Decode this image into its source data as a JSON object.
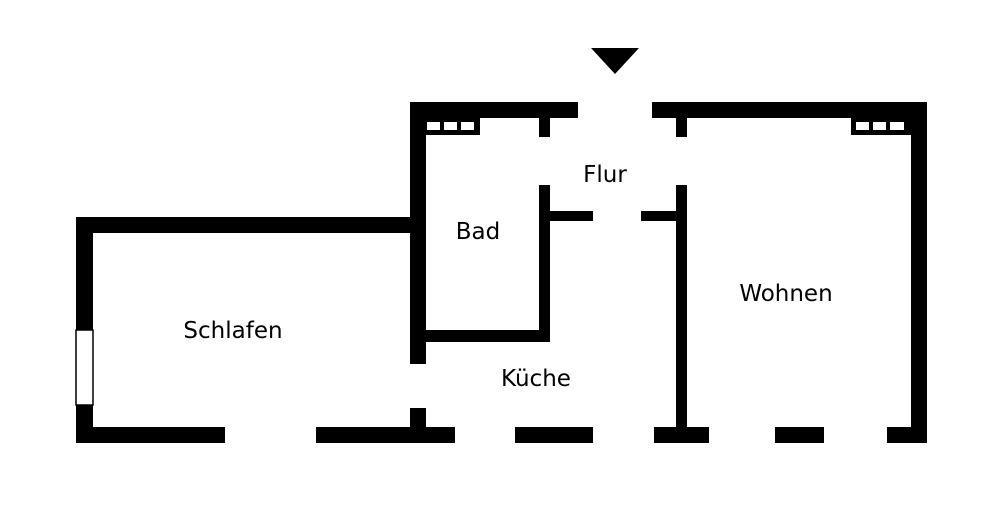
{
  "rooms": {
    "flur": "Flur",
    "bad": "Bad",
    "wohnen": "Wohnen",
    "schlafen": "Schlafen",
    "kueche": "Küche"
  },
  "colors": {
    "wall": "#000000",
    "background": "#ffffff"
  },
  "icons": {
    "entrance": "entrance-arrow-icon",
    "radiator": "radiator-icon"
  }
}
